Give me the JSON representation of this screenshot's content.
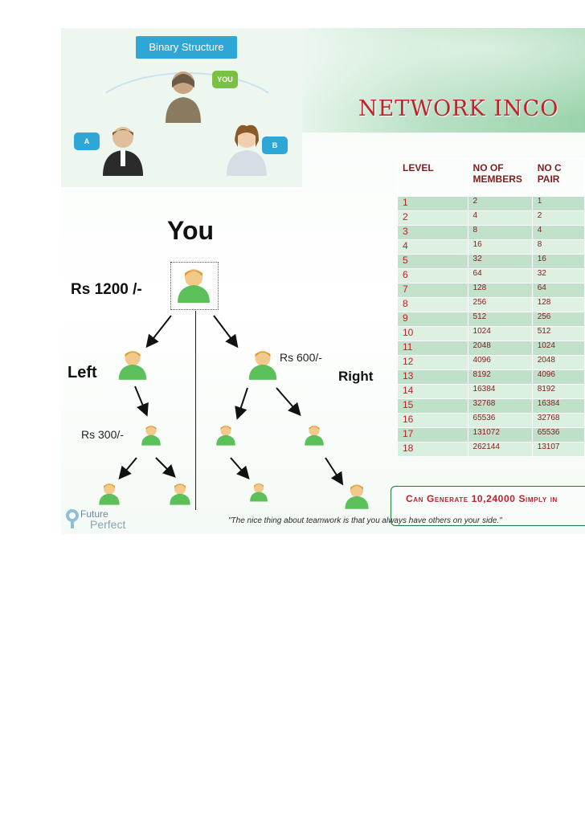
{
  "binary_panel": {
    "title": "Binary Structure",
    "you_badge": "YOU",
    "a_badge": "A",
    "b_badge": "B"
  },
  "title": "NETWORK INCO",
  "tree": {
    "you_label": "You",
    "root_amount": "Rs 1200 /-",
    "left_label": "Left",
    "right_label": "Right",
    "mid_amount": "Rs 600/-",
    "low_amount": "Rs 300/-"
  },
  "table": {
    "headers": [
      "LEVEL",
      "NO OF MEMBERS",
      "NO C PAIR"
    ],
    "rows": [
      [
        "1",
        "2",
        "1"
      ],
      [
        "2",
        "4",
        "2"
      ],
      [
        "3",
        "8",
        "4"
      ],
      [
        "4",
        "16",
        "8"
      ],
      [
        "5",
        "32",
        "16"
      ],
      [
        "6",
        "64",
        "32"
      ],
      [
        "7",
        "128",
        "64"
      ],
      [
        "8",
        "256",
        "128"
      ],
      [
        "9",
        "512",
        "256"
      ],
      [
        "10",
        "1024",
        "512"
      ],
      [
        "11",
        "2048",
        "1024"
      ],
      [
        "12",
        "4096",
        "2048"
      ],
      [
        "13",
        "8192",
        "4096"
      ],
      [
        "14",
        "16384",
        "8192"
      ],
      [
        "15",
        "32768",
        "16384"
      ],
      [
        "16",
        "65536",
        "32768"
      ],
      [
        "17",
        "131072",
        "65536"
      ],
      [
        "18",
        "262144",
        "13107"
      ]
    ]
  },
  "can_generate": "Can Generate 10,24000 Simply in",
  "quote": "\"The nice thing about teamwork is that you always have others on your side.\"",
  "brand": {
    "line1": "Future",
    "line2": "Perfect"
  },
  "colors": {
    "accent_red": "#c0202a",
    "green": "#1c7f3a",
    "blue": "#2ea7d6"
  }
}
